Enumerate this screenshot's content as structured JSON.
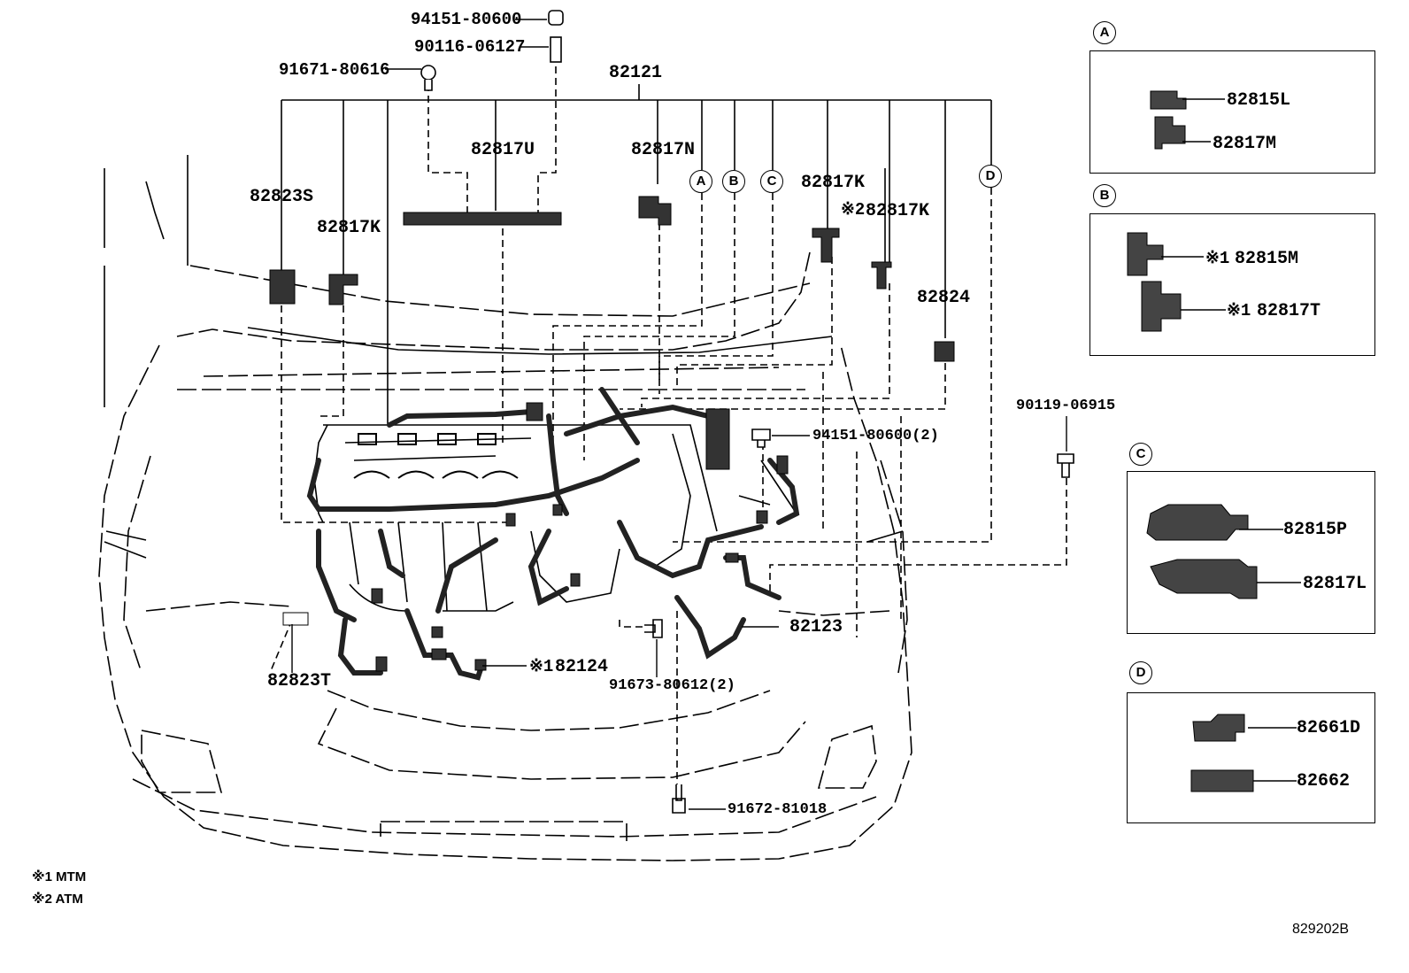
{
  "diagram": {
    "labels": {
      "bolt_top": "94151-80600",
      "stud_top": "90116-06127",
      "bolt_left": "91671-80616",
      "main_harness": "82121",
      "clamp_u": "82817U",
      "clamp_n": "82817N",
      "clamp_k_mid": "82817K",
      "clamp_k_atm": "82817K",
      "atm_marker": "※2",
      "protector_s": "82823S",
      "clamp_k_left": "82817K",
      "protector_824": "82824",
      "bolt_right": "90119-06915",
      "nut_right": "94151-80600(2)",
      "protector_t": "82823T",
      "wire_82124": "82124",
      "mtm_marker_124": "※1",
      "bolt_bottom_mid": "91673-80612(2)",
      "wire_82123": "82123",
      "bolt_bottom": "91672-81018"
    },
    "callouts": [
      "A",
      "B",
      "C",
      "D"
    ],
    "detail_panels": [
      {
        "key": "A",
        "items": [
          {
            "marker": "",
            "part": "82815L"
          },
          {
            "marker": "",
            "part": "82817M"
          }
        ]
      },
      {
        "key": "B",
        "items": [
          {
            "marker": "※1",
            "part": "82815M"
          },
          {
            "marker": "※1",
            "part": "82817T"
          }
        ]
      },
      {
        "key": "C",
        "items": [
          {
            "marker": "",
            "part": "82815P"
          },
          {
            "marker": "",
            "part": "82817L"
          }
        ]
      },
      {
        "key": "D",
        "items": [
          {
            "marker": "",
            "part": "82661D"
          },
          {
            "marker": "",
            "part": "82662"
          }
        ]
      }
    ],
    "footnotes": [
      "※1 MTM",
      "※2 ATM"
    ],
    "figure_code": "829202B"
  }
}
